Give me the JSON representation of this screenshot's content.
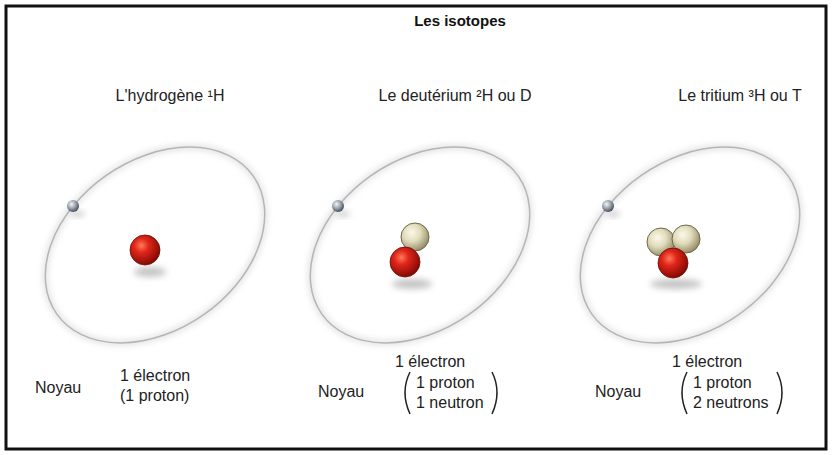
{
  "diagram": {
    "title": "Les isotopes",
    "labels": [
      "L'hydrogène ¹H",
      "Le deutérium ²H ou D",
      "Le tritium ³H ou T",
      "Noyau",
      "1 électron",
      "(1 proton)",
      "1 électron",
      "Noyau",
      "1 proton",
      "1 neutron",
      "1 électron",
      "Noyau",
      "1 proton",
      "2 neutrons"
    ]
  }
}
